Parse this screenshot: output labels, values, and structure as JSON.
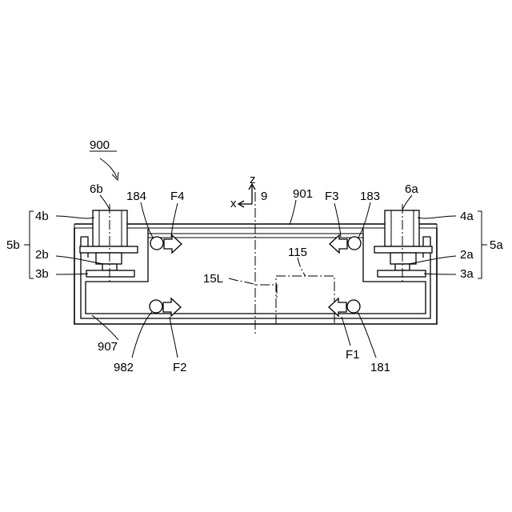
{
  "figure": {
    "label_900": "900",
    "label_6b": "6b",
    "label_6a": "6a",
    "label_184": "184",
    "label_183": "183",
    "label_F4": "F4",
    "label_F3": "F3",
    "label_F2": "F2",
    "label_F1": "F1",
    "label_9": "9",
    "label_901": "901",
    "label_z": "z",
    "label_x": "x",
    "label_4b": "4b",
    "label_4a": "4a",
    "label_5b": "5b",
    "label_5a": "5a",
    "label_2b": "2b",
    "label_2a": "2a",
    "label_3b": "3b",
    "label_3a": "3a",
    "label_115": "115",
    "label_15L": "15L",
    "label_907": "907",
    "label_982": "982",
    "label_181": "181"
  }
}
